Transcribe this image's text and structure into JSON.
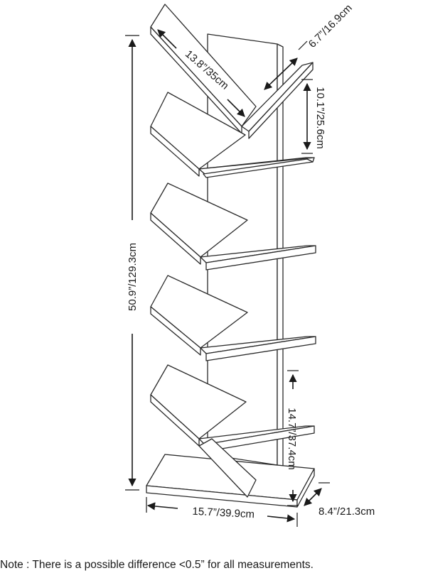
{
  "product": {
    "depiction": "bookshelf-line-drawing",
    "shelf_tiers": 5
  },
  "dimensions": {
    "total_height": "50.9”/129.3cm",
    "shelf_length": "13.8”/35cm",
    "shelf_depth": "6.7”/16.9cm",
    "shelf_spacing": "10.1”/25.6cm",
    "lower_height": "14.7”/37.4cm",
    "base_width": "15.7”/39.9cm",
    "base_depth": "8.4”/21.3cm"
  },
  "note": "Note : There is a possible difference <0.5” for all measurements."
}
